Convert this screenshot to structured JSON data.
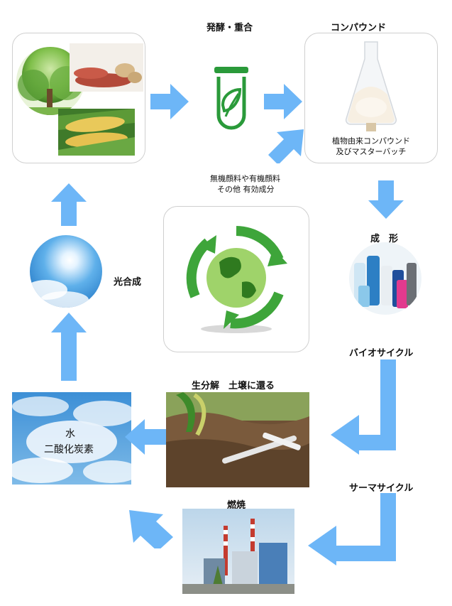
{
  "labels": {
    "fermentation": "発酵・重合",
    "compound": "コンパウンド",
    "compound_caption_1": "植物由来コンパウンド",
    "compound_caption_2": "及びマスターバッチ",
    "additives_1": "無機顔料や有機顔料",
    "additives_2": "その他 有効成分",
    "molding": "成　形",
    "photosynthesis": "光合成",
    "bio_cycle": "バイオサイクル",
    "biodegradation": "生分解　土壌に還る",
    "water": "水",
    "co2": "二酸化炭素",
    "thermal_cycle": "サーマサイクル",
    "combustion": "燃焼"
  },
  "colors": {
    "arrow": "#6db6f7",
    "flask": "#2a9a3a",
    "recycle": "#3ea53a",
    "border": "#cfcfcf"
  }
}
